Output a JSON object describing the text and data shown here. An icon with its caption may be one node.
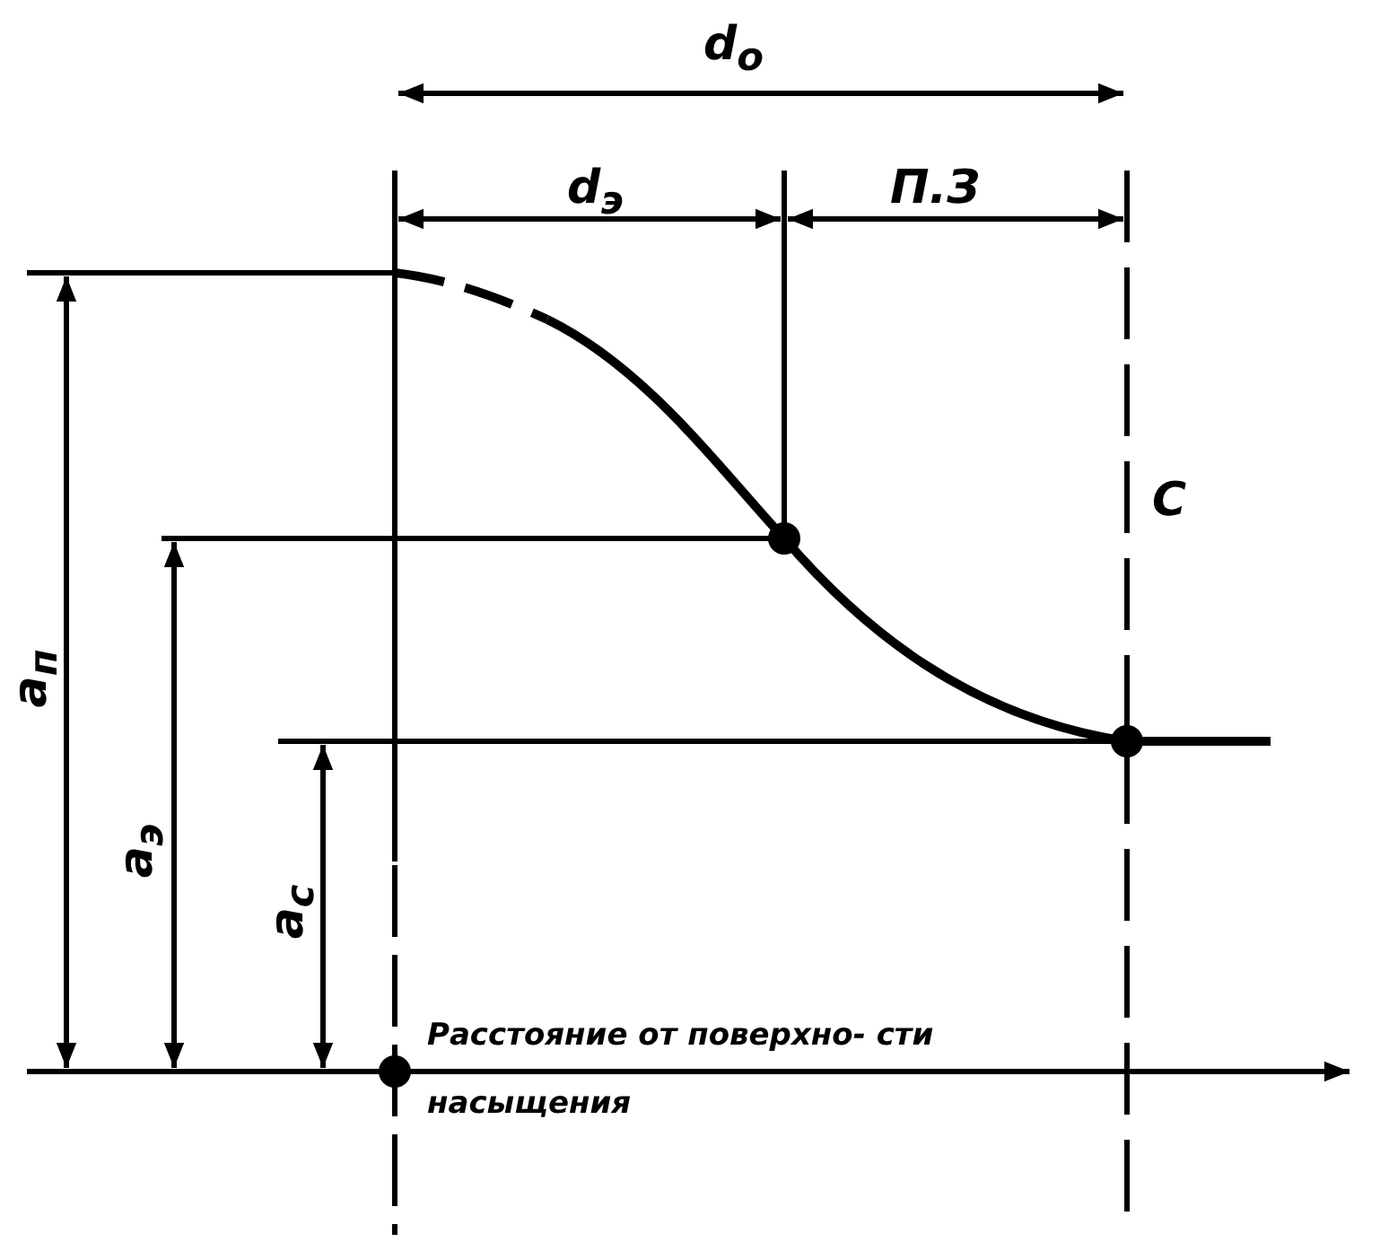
{
  "diagram": {
    "labels": [
      "d$_{o}$",
      "d$_{э}$",
      "П.З",
      "С",
      "a$_{п}$",
      "a$_{э}$",
      "a$_{с}$",
      "Расстояние от поверхно- сти насыщения"
    ]
  }
}
